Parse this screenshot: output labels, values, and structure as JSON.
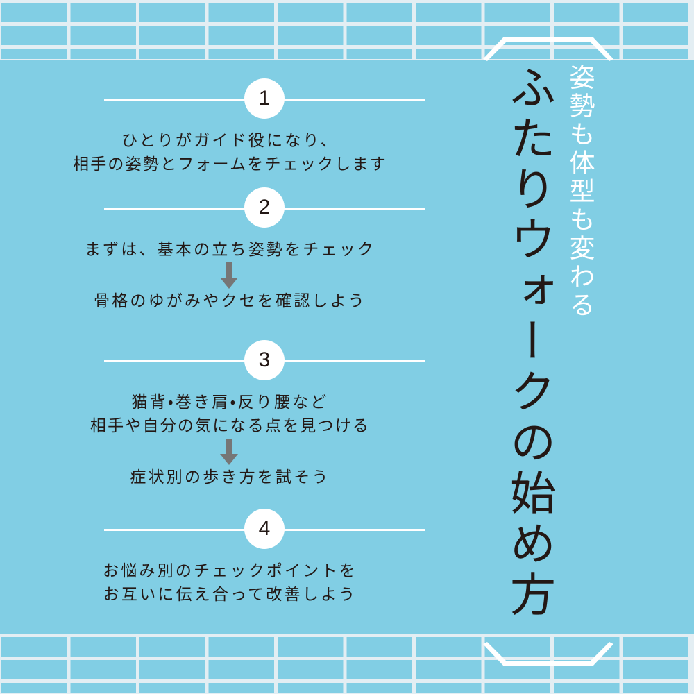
{
  "theme": {
    "background_color": "#81cee4",
    "grid_line_color": "#e3eef3",
    "rule_color": "#ffffff",
    "badge_fill": "#ffffff",
    "text_color": "#231815",
    "subtitle_color": "#ffffff",
    "arrow_color": "#767676"
  },
  "title": {
    "subtitle": "姿勢も体型も変わる",
    "main": "ふたりウォークの始め方"
  },
  "decor": {
    "top_bracket": "bracket-top",
    "bottom_bracket": "bracket-bottom"
  },
  "steps": [
    {
      "number": "1",
      "lines": [
        "ひとりがガイド役になり、",
        "相手の姿勢とフォームをチェックします"
      ],
      "arrow_after": 0,
      "lines_after": []
    },
    {
      "number": "2",
      "lines": [
        "まずは、基本の立ち姿勢をチェック"
      ],
      "arrow_after": 1,
      "lines_after": [
        "骨格のゆがみやクセを確認しよう"
      ]
    },
    {
      "number": "3",
      "lines": [
        "猫背・巻き肩・反り腰など",
        "相手や自分の気になる点を見つける"
      ],
      "arrow_after": 1,
      "lines_after": [
        "症状別の歩き方を試そう"
      ]
    },
    {
      "number": "4",
      "lines": [
        "お悩み別のチェックポイントを",
        "お互いに伝え合って改善しよう"
      ],
      "arrow_after": 0,
      "lines_after": []
    }
  ]
}
